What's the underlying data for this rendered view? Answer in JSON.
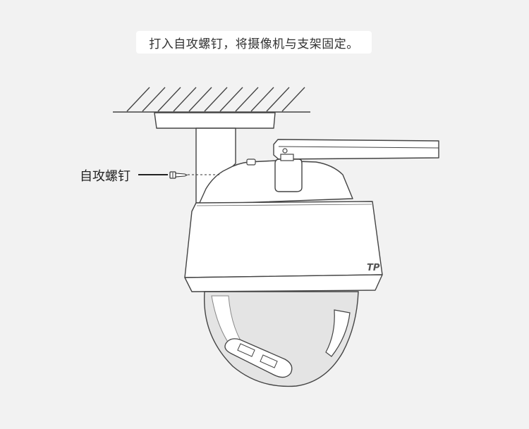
{
  "instruction": "打入自攻螺钉，将摄像机与支架固定。",
  "callout_label": "自攻螺钉",
  "brand_mark": "TP",
  "colors": {
    "background": "#f2f2f2",
    "caption_bg": "#ffffff",
    "line": "#333333",
    "fill": "#ffffff",
    "dome": "#e4e4e4"
  }
}
